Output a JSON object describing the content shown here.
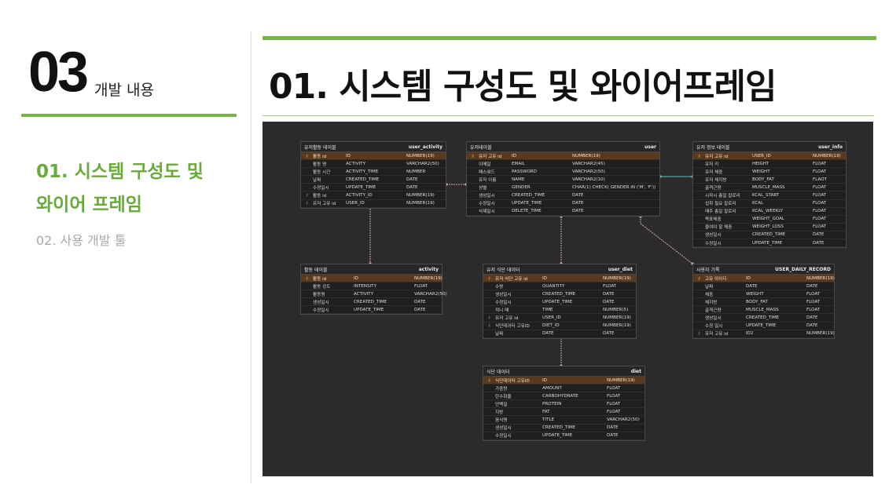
{
  "section": {
    "number": "03",
    "label": "개발 내용"
  },
  "menu": {
    "active_line1": "01. 시스템 구성도 및",
    "active_line2": "와이어 프레임",
    "inactive": "02. 사용 개발 툴"
  },
  "title": "01. 시스템 구성도 및 와이어프레임",
  "colors": {
    "accent": "#7ab34a",
    "menu_active": "#6aaa3a",
    "erd_bg": "#2b2b2b",
    "pk_row": "#5a3a1e",
    "relation_line": "#d8a0c8",
    "relation_line_alt": "#5fc0c0"
  },
  "erd": {
    "tables": [
      {
        "id": "user_activity",
        "logical": "유저활동 테이블",
        "physical": "user_activity",
        "rows": [
          {
            "key": "pk",
            "name": "활동 id",
            "col": "ID",
            "type": "NUMBER(19)"
          },
          {
            "key": "",
            "name": "활동 명",
            "col": "ACTIVITY",
            "type": "VARCHAR2(50)"
          },
          {
            "key": "",
            "name": "활동 시간",
            "col": "ACTIVITY_TIME",
            "type": "NUMBER"
          },
          {
            "key": "",
            "name": "날짜",
            "col": "CREATED_TIME",
            "type": "DATE"
          },
          {
            "key": "",
            "name": "수정일시",
            "col": "UPDATE_TIME",
            "type": "DATE"
          },
          {
            "key": "fk",
            "name": "활동 id",
            "col": "ACTIVITY_ID",
            "type": "NUMBER(19)"
          },
          {
            "key": "fk",
            "name": "유저 고유 id",
            "col": "USER_ID",
            "type": "NUMBER(19)"
          }
        ]
      },
      {
        "id": "user",
        "logical": "유저테이블",
        "physical": "user",
        "rows": [
          {
            "key": "pk",
            "name": "유저 고유 id",
            "col": "ID",
            "type": "NUMBER(19)"
          },
          {
            "key": "",
            "name": "이메일",
            "col": "EMAIL",
            "type": "VARCHAR2(45)"
          },
          {
            "key": "",
            "name": "패스워드",
            "col": "PASSWORD",
            "type": "VARCHAR2(50)"
          },
          {
            "key": "",
            "name": "유저 이름",
            "col": "NAME",
            "type": "VARCHAR2(10)"
          },
          {
            "key": "",
            "name": "성별",
            "col": "GENDER",
            "type": "CHAR(1) CHECK( GENDER IN ('M', 'F'))"
          },
          {
            "key": "",
            "name": "생성일시",
            "col": "CREATED_TIME",
            "type": "DATE"
          },
          {
            "key": "",
            "name": "수정일시",
            "col": "UPDATE_TIME",
            "type": "DATE"
          },
          {
            "key": "",
            "name": "삭제일시",
            "col": "DELETE_TIME",
            "type": "DATE"
          }
        ]
      },
      {
        "id": "user_info",
        "logical": "유저 정보 테이블",
        "physical": "user_info",
        "rows": [
          {
            "key": "pf",
            "name": "유저 고유 id",
            "col": "USER_ID",
            "type": "NUMBER(19)"
          },
          {
            "key": "",
            "name": "유저 키",
            "col": "HEIGHT",
            "type": "FLOAT"
          },
          {
            "key": "",
            "name": "유저 체중",
            "col": "WEIGHT",
            "type": "FLOAT"
          },
          {
            "key": "",
            "name": "유저 체지방",
            "col": "BODY_FAT",
            "type": "FLAOT"
          },
          {
            "key": "",
            "name": "골격근량",
            "col": "MUSCLE_MASS",
            "type": "FLOAT"
          },
          {
            "key": "",
            "name": "시작시 총일 칼로리",
            "col": "KCAL_START",
            "type": "FLOAT"
          },
          {
            "key": "",
            "name": "섭취 필요 칼로리",
            "col": "KCAL",
            "type": "FLOAT"
          },
          {
            "key": "",
            "name": "매주 총일 칼로리",
            "col": "KCAL_WEEKLY",
            "type": "FLOAT"
          },
          {
            "key": "",
            "name": "목표체중",
            "col": "WEIGHT_GOAL",
            "type": "FLOAT"
          },
          {
            "key": "",
            "name": "줄여야 할 체중",
            "col": "WEIGHT_LOSS",
            "type": "FLOAT"
          },
          {
            "key": "",
            "name": "생성일시",
            "col": "CREATED_TIME",
            "type": "DATE"
          },
          {
            "key": "",
            "name": "수정일시",
            "col": "UPDATE_TIME",
            "type": "DATE"
          }
        ]
      },
      {
        "id": "activity",
        "logical": "활동 테이블",
        "physical": "activity",
        "rows": [
          {
            "key": "pk",
            "name": "활동 id",
            "col": "ID",
            "type": "NUMBER(19)"
          },
          {
            "key": "",
            "name": "활동 강도",
            "col": "INTENSITY",
            "type": "FLOAT"
          },
          {
            "key": "",
            "name": "활동명",
            "col": "ACTIVITY",
            "type": "VARCHAR2(50)"
          },
          {
            "key": "",
            "name": "생성일시",
            "col": "CREATED_TIME",
            "type": "DATE"
          },
          {
            "key": "",
            "name": "수정일시",
            "col": "UPDATE_TIME",
            "type": "DATE"
          }
        ]
      },
      {
        "id": "user_diet",
        "logical": "유저 식단 데이터",
        "physical": "user_diet",
        "rows": [
          {
            "key": "pk",
            "name": "유저 식단 고유 id",
            "col": "ID",
            "type": "NUMBER(19)"
          },
          {
            "key": "",
            "name": "수량",
            "col": "QUANTITY",
            "type": "FLOAT"
          },
          {
            "key": "",
            "name": "생성일시",
            "col": "CREATED_TIME",
            "type": "DATE"
          },
          {
            "key": "",
            "name": "수정일시",
            "col": "UPDATE_TIME",
            "type": "DATE"
          },
          {
            "key": "",
            "name": "끼니 때",
            "col": "TIME",
            "type": "NUMBER(5)"
          },
          {
            "key": "fk",
            "name": "유저 고유 id",
            "col": "USER_ID",
            "type": "NUMBER(19)"
          },
          {
            "key": "fk",
            "name": "식단데이터 고유ID",
            "col": "DIET_ID",
            "type": "NUMBER(19)"
          },
          {
            "key": "",
            "name": "날짜",
            "col": "DATE",
            "type": "DATE"
          }
        ]
      },
      {
        "id": "user_daily_record",
        "logical": "사용자 기록",
        "physical": "USER_DAILY_RECORD",
        "rows": [
          {
            "key": "pk",
            "name": "고유 아이디",
            "col": "ID",
            "type": "NUMBER(19)"
          },
          {
            "key": "",
            "name": "날짜",
            "col": "DATE",
            "type": "DATE"
          },
          {
            "key": "",
            "name": "체중",
            "col": "WEIGHT",
            "type": "FLOAT"
          },
          {
            "key": "",
            "name": "체지방",
            "col": "BODY_FAT",
            "type": "FLOAT"
          },
          {
            "key": "",
            "name": "골격근량",
            "col": "MUSCLE_MASS",
            "type": "FLOAT"
          },
          {
            "key": "",
            "name": "생성일시",
            "col": "CREATED_TIME",
            "type": "DATE"
          },
          {
            "key": "",
            "name": "수정 일시",
            "col": "UPDATE_TIME",
            "type": "DATE"
          },
          {
            "key": "fk",
            "name": "유저 고유 id",
            "col": "ID2",
            "type": "NUMBER(19)"
          }
        ]
      },
      {
        "id": "diet",
        "logical": "식단 데이터",
        "physical": "diet",
        "rows": [
          {
            "key": "pk",
            "name": "식단데이터 고유ID",
            "col": "ID",
            "type": "NUMBER(19)"
          },
          {
            "key": "",
            "name": "가중량",
            "col": "AMOUNT",
            "type": "FLOAT"
          },
          {
            "key": "",
            "name": "탄수화물",
            "col": "CARBOHYDRATE",
            "type": "FLOAT"
          },
          {
            "key": "",
            "name": "단백질",
            "col": "PROTEIN",
            "type": "FLOAT"
          },
          {
            "key": "",
            "name": "지방",
            "col": "FAT",
            "type": "FLOAT"
          },
          {
            "key": "",
            "name": "음식명",
            "col": "TITLE",
            "type": "VARCHAR2(50)"
          },
          {
            "key": "",
            "name": "생성일시",
            "col": "CREATED_TIME",
            "type": "DATE"
          },
          {
            "key": "",
            "name": "수정일시",
            "col": "UPDATE_TIME",
            "type": "DATE"
          }
        ]
      }
    ],
    "relations": [
      {
        "from": "user_activity",
        "to": "user",
        "style": "pink"
      },
      {
        "from": "user_activity",
        "to": "activity",
        "style": "pink"
      },
      {
        "from": "user",
        "to": "user_info",
        "style": "teal"
      },
      {
        "from": "user",
        "to": "user_diet",
        "style": "pink"
      },
      {
        "from": "user",
        "to": "user_daily_record",
        "style": "pink"
      },
      {
        "from": "user_diet",
        "to": "diet",
        "style": "pink"
      }
    ]
  }
}
